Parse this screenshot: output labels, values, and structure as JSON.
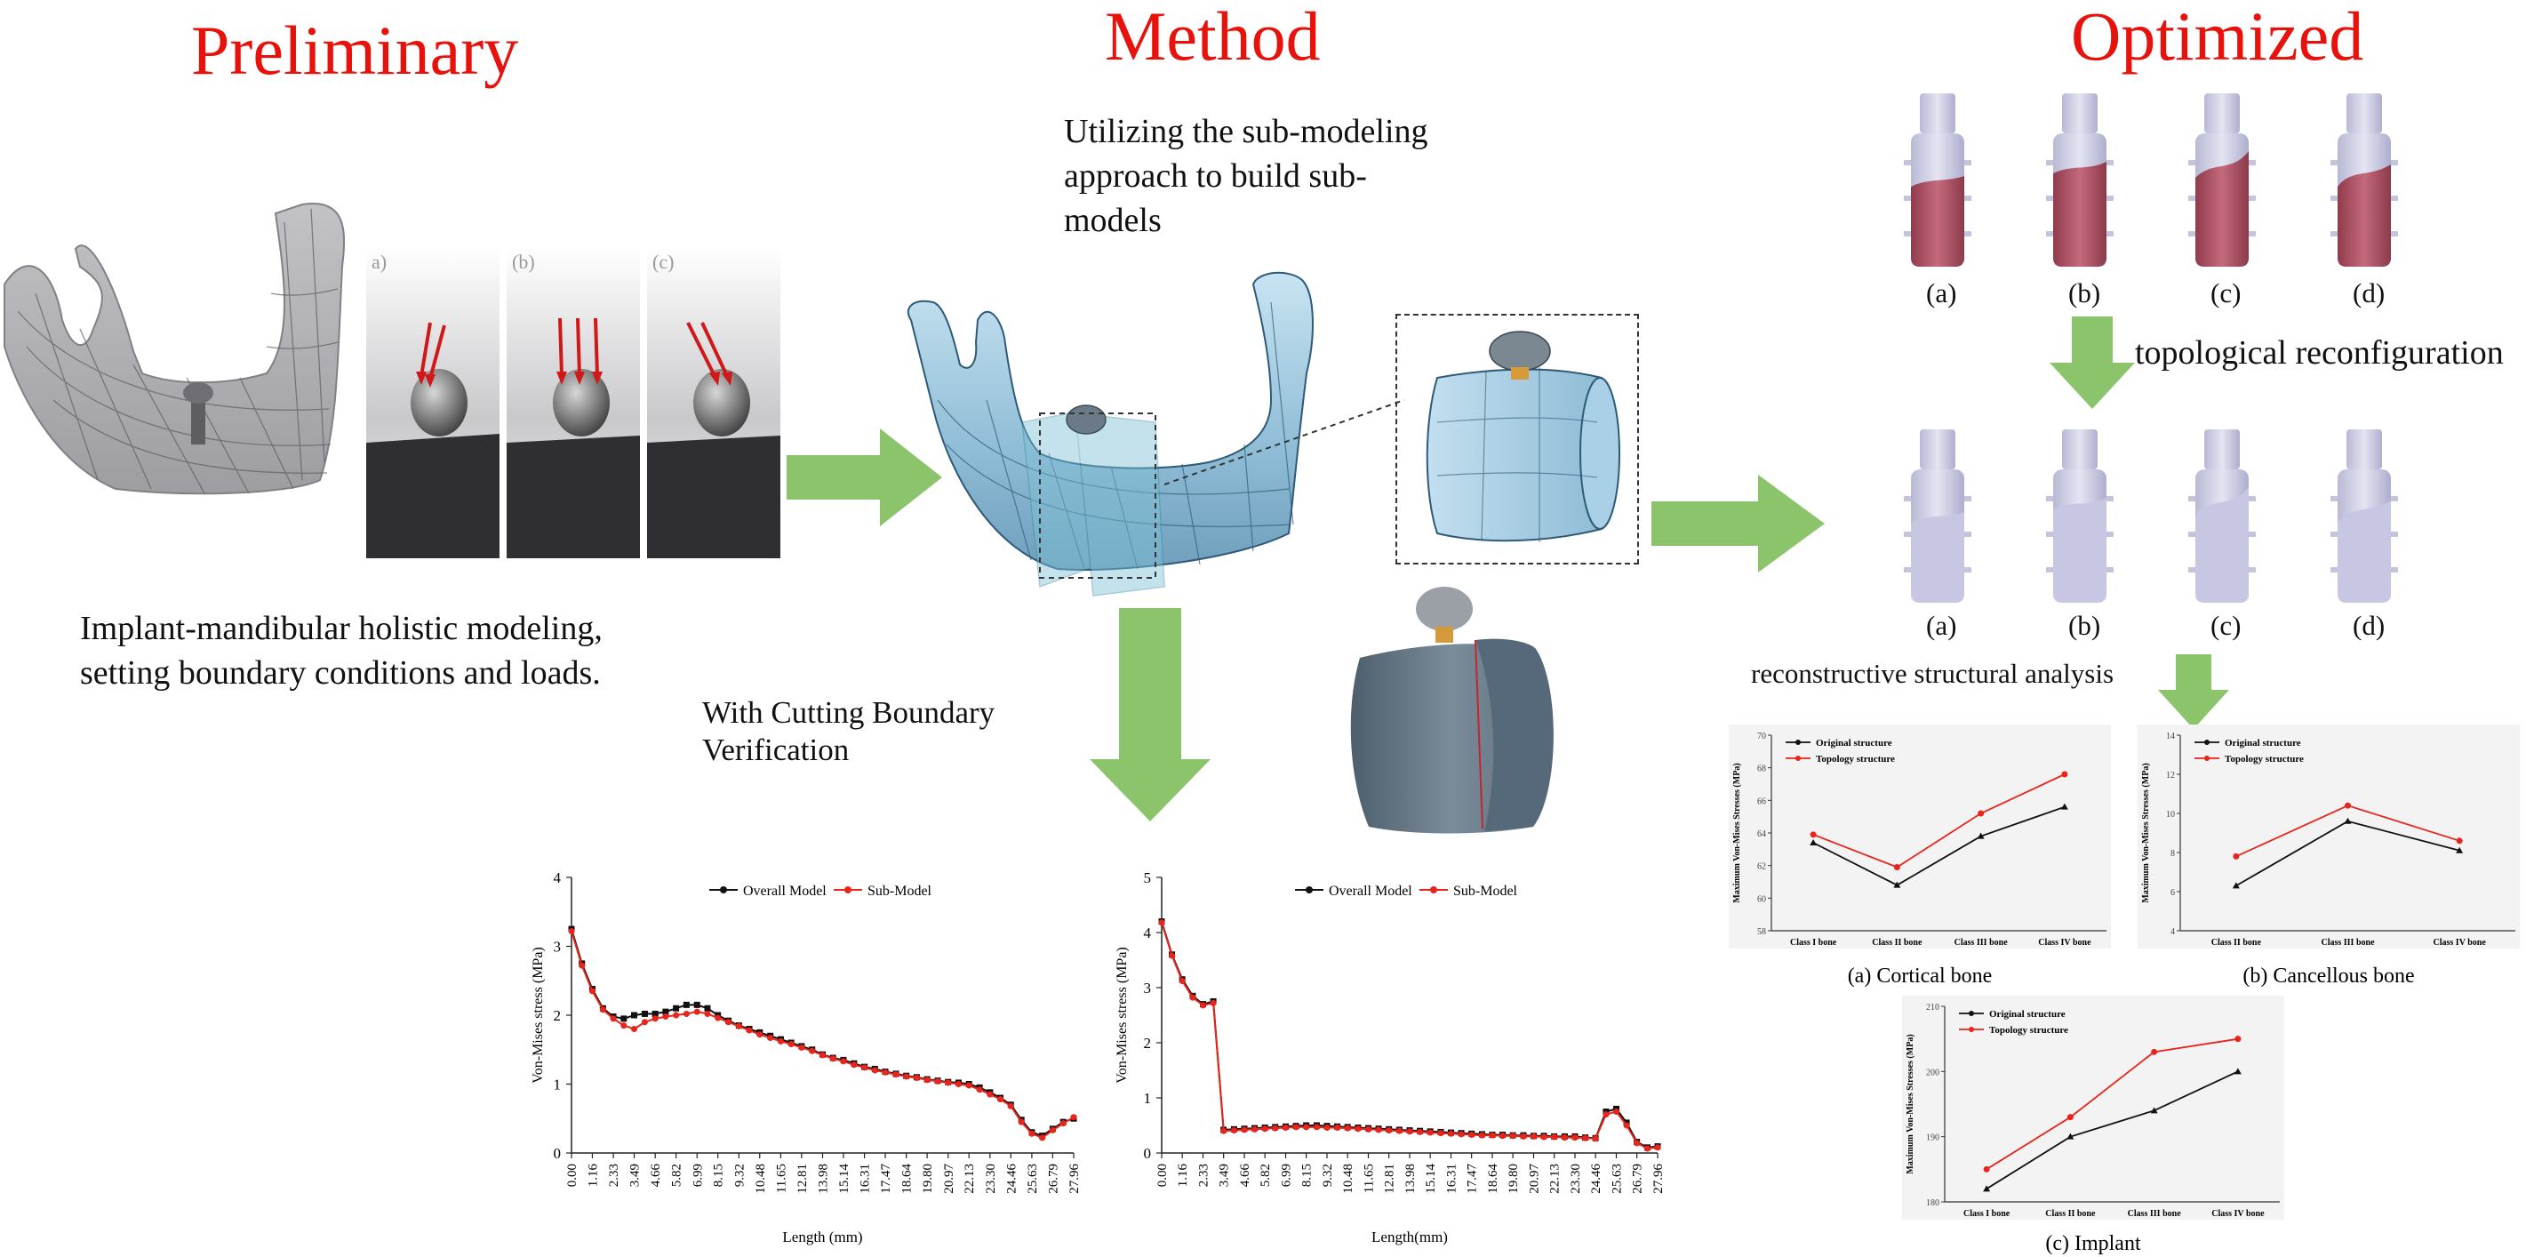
{
  "titles": {
    "preliminary": "Preliminary",
    "method": "Method",
    "optimized": "Optimized"
  },
  "preliminary": {
    "caption_line1": "Implant-mandibular holistic modeling,",
    "caption_line2": "setting boundary conditions and loads.",
    "panel_labels": [
      "a)",
      "(b)",
      "(c)"
    ]
  },
  "method": {
    "submodel_line1": "Utilizing the sub-modeling",
    "submodel_line2": "approach to build sub-",
    "submodel_line3": "models",
    "verification_line1": "With Cutting Boundary",
    "verification_line2": "Verification"
  },
  "optimized": {
    "implant_labels_top": [
      "(a)",
      "(b)",
      "(c)",
      "(d)"
    ],
    "implant_labels_bottom": [
      "(a)",
      "(b)",
      "(c)",
      "(d)"
    ],
    "topological_reconfiguration": "topological reconfiguration",
    "reconstructive_analysis": "reconstructive structural analysis"
  },
  "colors": {
    "title_red": "#e8120c",
    "arrow_green": "#8bc46a",
    "series_black": "#111111",
    "series_red": "#e8241c",
    "bone_blue": "#a9cfe3",
    "implant_pink": "#b35d6e"
  },
  "chart_data": [
    {
      "type": "line",
      "title": "",
      "xlabel": "Length (mm)",
      "ylabel": "Von-Mises stress (MPa)",
      "ylim": [
        0,
        4
      ],
      "yticks": [
        "0",
        "1",
        "2",
        "3",
        "4"
      ],
      "xticks": [
        "0.00",
        "1.16",
        "2.33",
        "3.49",
        "4.66",
        "5.82",
        "6.99",
        "8.15",
        "9.32",
        "10.48",
        "11.65",
        "12.81",
        "13.98",
        "15.14",
        "16.31",
        "17.47",
        "18.64",
        "19.80",
        "20.97",
        "22.13",
        "23.30",
        "24.46",
        "25.63",
        "26.79",
        "27.96"
      ],
      "legend": "top-center",
      "series": [
        {
          "name": "Overall Model",
          "color": "#111111",
          "x": [
            0,
            0.58,
            1.16,
            1.75,
            2.33,
            2.91,
            3.49,
            4.08,
            4.66,
            5.24,
            5.82,
            6.4,
            6.99,
            7.57,
            8.15,
            8.74,
            9.32,
            9.9,
            10.48,
            11.07,
            11.65,
            12.23,
            12.81,
            13.4,
            13.98,
            14.56,
            15.14,
            15.73,
            16.31,
            16.89,
            17.47,
            18.06,
            18.64,
            19.22,
            19.8,
            20.39,
            20.97,
            21.55,
            22.13,
            22.72,
            23.3,
            23.88,
            24.46,
            25.05,
            25.63,
            26.21,
            26.79,
            27.38,
            27.96
          ],
          "values": [
            3.25,
            2.75,
            2.38,
            2.1,
            1.98,
            1.95,
            2.0,
            2.02,
            2.02,
            2.05,
            2.1,
            2.15,
            2.15,
            2.1,
            2.0,
            1.92,
            1.85,
            1.8,
            1.75,
            1.7,
            1.65,
            1.6,
            1.55,
            1.5,
            1.43,
            1.38,
            1.35,
            1.3,
            1.25,
            1.22,
            1.18,
            1.15,
            1.12,
            1.1,
            1.07,
            1.05,
            1.03,
            1.02,
            1.0,
            0.95,
            0.88,
            0.8,
            0.7,
            0.48,
            0.3,
            0.25,
            0.35,
            0.45,
            0.5
          ]
        },
        {
          "name": "Sub-Model",
          "color": "#e8241c",
          "x": [
            0,
            0.58,
            1.16,
            1.75,
            2.33,
            2.91,
            3.49,
            4.08,
            4.66,
            5.24,
            5.82,
            6.4,
            6.99,
            7.57,
            8.15,
            8.74,
            9.32,
            9.9,
            10.48,
            11.07,
            11.65,
            12.23,
            12.81,
            13.4,
            13.98,
            14.56,
            15.14,
            15.73,
            16.31,
            16.89,
            17.47,
            18.06,
            18.64,
            19.22,
            19.8,
            20.39,
            20.97,
            21.55,
            22.13,
            22.72,
            23.3,
            23.88,
            24.46,
            25.05,
            25.63,
            26.21,
            26.79,
            27.38,
            27.96
          ],
          "values": [
            3.22,
            2.72,
            2.35,
            2.08,
            1.95,
            1.85,
            1.8,
            1.9,
            1.95,
            1.98,
            2.0,
            2.02,
            2.05,
            2.02,
            1.96,
            1.9,
            1.84,
            1.78,
            1.72,
            1.67,
            1.62,
            1.58,
            1.53,
            1.48,
            1.42,
            1.37,
            1.33,
            1.28,
            1.24,
            1.2,
            1.17,
            1.14,
            1.11,
            1.09,
            1.06,
            1.04,
            1.02,
            1.0,
            0.98,
            0.92,
            0.85,
            0.78,
            0.68,
            0.45,
            0.28,
            0.22,
            0.33,
            0.43,
            0.52
          ]
        }
      ]
    },
    {
      "type": "line",
      "title": "",
      "xlabel": "Length(mm)",
      "ylabel": "Von-Mises stress (MPa)",
      "ylim": [
        0,
        5
      ],
      "yticks": [
        "0",
        "1",
        "2",
        "3",
        "4",
        "5"
      ],
      "xticks": [
        "0.00",
        "1.16",
        "2.33",
        "3.49",
        "4.66",
        "5.82",
        "6.99",
        "8.15",
        "9.32",
        "10.48",
        "11.65",
        "12.81",
        "13.98",
        "15.14",
        "16.31",
        "17.47",
        "18.64",
        "19.80",
        "20.97",
        "22.13",
        "23.30",
        "24.46",
        "25.63",
        "26.79",
        "27.96"
      ],
      "legend": "top-center",
      "series": [
        {
          "name": "Overall Model",
          "color": "#111111",
          "x": [
            0,
            0.58,
            1.16,
            1.75,
            2.33,
            2.91,
            3.49,
            4.08,
            4.66,
            5.24,
            5.82,
            6.4,
            6.99,
            7.57,
            8.15,
            8.74,
            9.32,
            9.9,
            10.48,
            11.07,
            11.65,
            12.23,
            12.81,
            13.4,
            13.98,
            14.56,
            15.14,
            15.73,
            16.31,
            16.89,
            17.47,
            18.06,
            18.64,
            19.22,
            19.8,
            20.39,
            20.97,
            21.55,
            22.13,
            22.72,
            23.3,
            23.88,
            24.46,
            25.05,
            25.63,
            26.21,
            26.79,
            27.38,
            27.96
          ],
          "values": [
            4.2,
            3.6,
            3.15,
            2.85,
            2.7,
            2.75,
            0.42,
            0.43,
            0.44,
            0.45,
            0.46,
            0.47,
            0.48,
            0.49,
            0.5,
            0.5,
            0.49,
            0.48,
            0.47,
            0.46,
            0.45,
            0.44,
            0.43,
            0.42,
            0.41,
            0.4,
            0.39,
            0.38,
            0.37,
            0.36,
            0.35,
            0.34,
            0.33,
            0.33,
            0.32,
            0.32,
            0.31,
            0.31,
            0.3,
            0.3,
            0.3,
            0.28,
            0.27,
            0.75,
            0.8,
            0.55,
            0.2,
            0.1,
            0.12
          ]
        },
        {
          "name": "Sub-Model",
          "color": "#e8241c",
          "x": [
            0,
            0.58,
            1.16,
            1.75,
            2.33,
            2.91,
            3.49,
            4.08,
            4.66,
            5.24,
            5.82,
            6.4,
            6.99,
            7.57,
            8.15,
            8.74,
            9.32,
            9.9,
            10.48,
            11.07,
            11.65,
            12.23,
            12.81,
            13.4,
            13.98,
            14.56,
            15.14,
            15.73,
            16.31,
            16.89,
            17.47,
            18.06,
            18.64,
            19.22,
            19.8,
            20.39,
            20.97,
            21.55,
            22.13,
            22.72,
            23.3,
            23.88,
            24.46,
            25.05,
            25.63,
            26.21,
            26.79,
            27.38,
            27.96
          ],
          "values": [
            4.18,
            3.58,
            3.12,
            2.82,
            2.68,
            2.72,
            0.4,
            0.41,
            0.42,
            0.43,
            0.44,
            0.45,
            0.46,
            0.47,
            0.47,
            0.47,
            0.46,
            0.46,
            0.45,
            0.44,
            0.43,
            0.42,
            0.41,
            0.4,
            0.39,
            0.38,
            0.37,
            0.36,
            0.35,
            0.34,
            0.33,
            0.32,
            0.32,
            0.31,
            0.31,
            0.3,
            0.3,
            0.29,
            0.29,
            0.28,
            0.28,
            0.27,
            0.26,
            0.7,
            0.75,
            0.5,
            0.18,
            0.08,
            0.1
          ]
        }
      ]
    },
    {
      "type": "line",
      "title": "(a)  Cortical bone",
      "xlabel": "",
      "ylabel": "Maximum Von-Mises Stresses (MPa)",
      "ylim": [
        58,
        70
      ],
      "yticks": [
        "58",
        "60",
        "62",
        "64",
        "66",
        "68",
        "70"
      ],
      "categories": [
        "Class I bone",
        "Class II bone",
        "Class III bone",
        "Class IV bone"
      ],
      "legend": "top-left",
      "series": [
        {
          "name": "Original structure",
          "color": "#111111",
          "values": [
            63.4,
            60.8,
            63.8,
            65.6
          ]
        },
        {
          "name": "Topology structure",
          "color": "#e8241c",
          "values": [
            63.9,
            61.9,
            65.2,
            67.6
          ]
        }
      ]
    },
    {
      "type": "line",
      "title": "(b)  Cancellous bone",
      "xlabel": "",
      "ylabel": "Maximum Von-Mises Stresses (MPa)",
      "ylim": [
        4,
        14
      ],
      "yticks": [
        "4",
        "6",
        "8",
        "10",
        "12",
        "14"
      ],
      "categories": [
        "Class II bone",
        "Class III bone",
        "Class IV bone"
      ],
      "legend": "top-left",
      "series": [
        {
          "name": "Original structure",
          "color": "#111111",
          "values": [
            6.3,
            9.6,
            8.1
          ]
        },
        {
          "name": "Topology structure",
          "color": "#e8241c",
          "values": [
            7.8,
            10.4,
            8.6
          ]
        }
      ]
    },
    {
      "type": "line",
      "title": "(c)  Implant",
      "xlabel": "",
      "ylabel": "Maximum Von-Mises Stresses (MPa)",
      "ylim": [
        180,
        210
      ],
      "yticks": [
        "180",
        "190",
        "200",
        "210"
      ],
      "categories": [
        "Class I bone",
        "Class II bone",
        "Class III bone",
        "Class IV bone"
      ],
      "legend": "top-left",
      "series": [
        {
          "name": "Original structure",
          "color": "#111111",
          "values": [
            182,
            190,
            194,
            200
          ]
        },
        {
          "name": "Topology structure",
          "color": "#e8241c",
          "values": [
            185,
            193,
            203,
            205
          ]
        }
      ]
    }
  ]
}
